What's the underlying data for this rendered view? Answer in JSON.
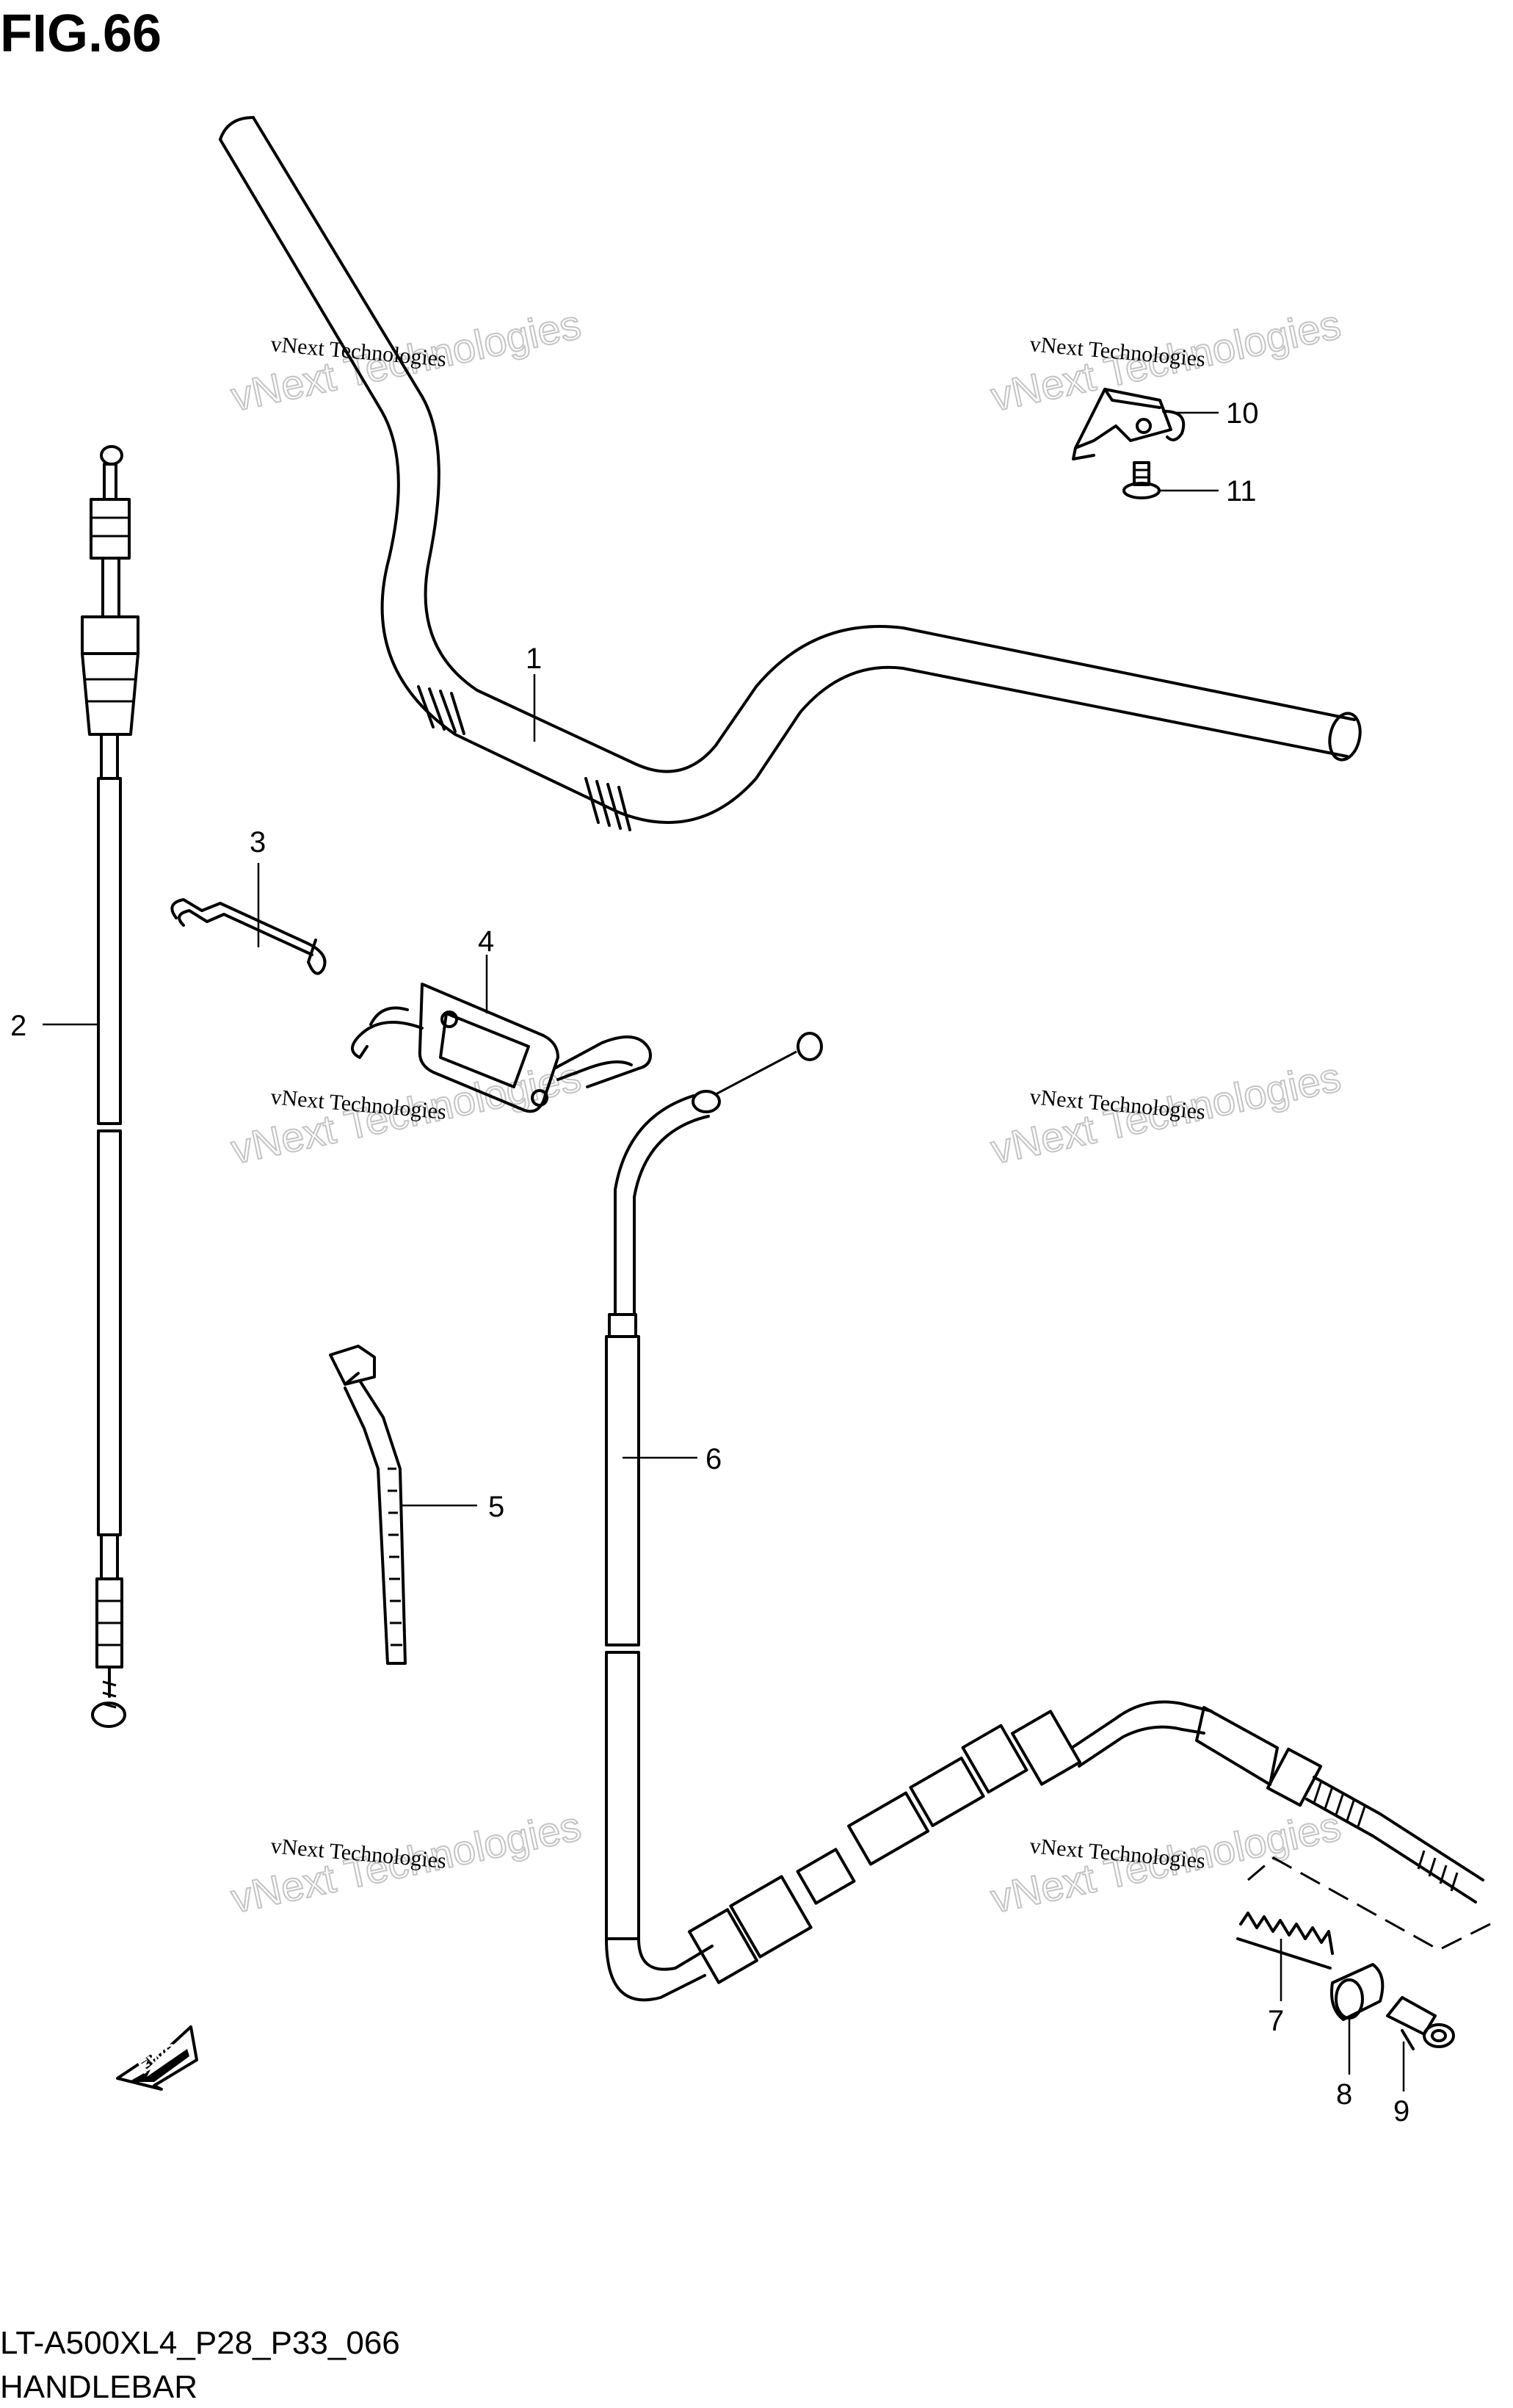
{
  "figure": {
    "title": "FIG.66",
    "code": "LT-A500XL4_P28_P33_066",
    "name": "HANDLEBAR"
  },
  "watermark": {
    "line1": "vNext Technologies",
    "ghost": "vNext Technologies"
  },
  "callouts": [
    "1",
    "2",
    "3",
    "4",
    "5",
    "6",
    "7",
    "8",
    "9",
    "10",
    "11"
  ],
  "fwd_label": "FWD"
}
